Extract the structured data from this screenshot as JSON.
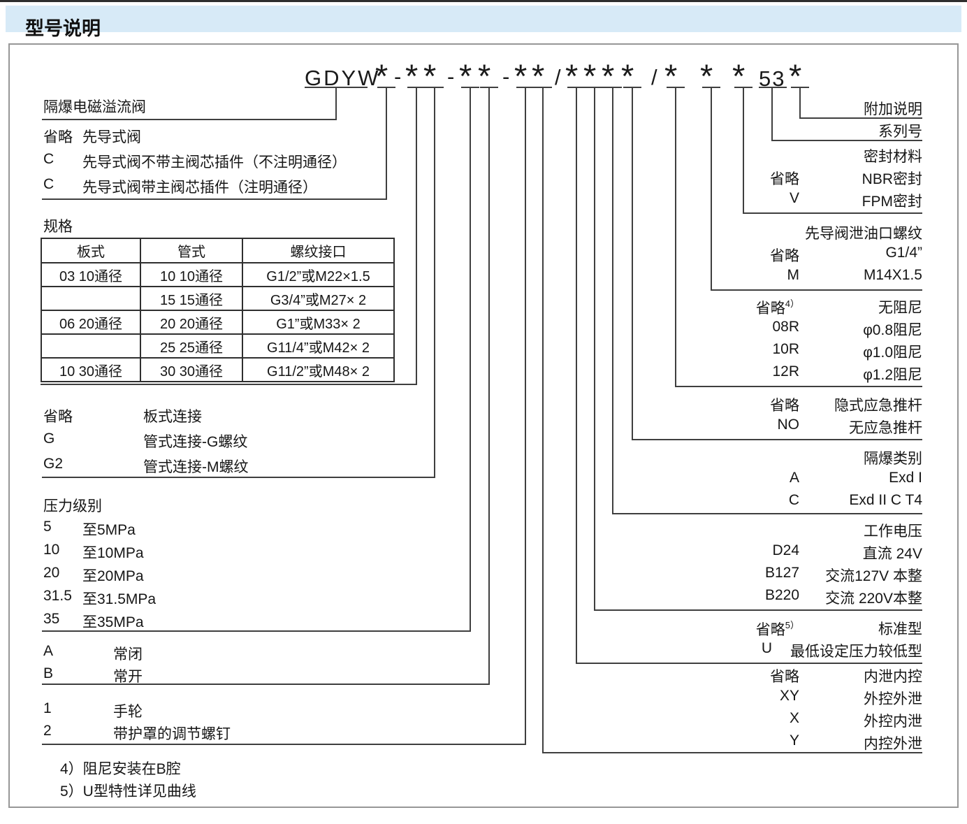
{
  "header": {
    "title": "型号说明"
  },
  "code_line": {
    "prefix": "GDYW",
    "star": "*",
    "dash": "-",
    "slash": "/",
    "series_number": "53"
  },
  "left": {
    "valve_name": "隔爆电磁溢流阀",
    "pilot": {
      "rows": [
        {
          "code": "省略",
          "desc": "先导式阀"
        },
        {
          "code": "C",
          "desc": "先导式阀不带主阀芯插件（不注明通径）"
        },
        {
          "code": "C",
          "desc": "先导式阀带主阀芯插件（注明通径）"
        }
      ]
    },
    "spec": {
      "label": "规格",
      "table": {
        "headers": [
          "板式",
          "管式",
          "螺纹接口"
        ],
        "rows": [
          [
            "03 10通径",
            "10 10通径",
            "G1/2”或M22×1.5"
          ],
          [
            "",
            "15 15通径",
            "G3/4”或M27× 2"
          ],
          [
            "06 20通径",
            "20 20通径",
            "G1”或M33× 2"
          ],
          [
            "",
            "25 25通径",
            "G11/4”或M42× 2"
          ],
          [
            "10 30通径",
            "30 30通径",
            "G11/2”或M48× 2"
          ]
        ]
      }
    },
    "connection": {
      "rows": [
        {
          "code": "省略",
          "desc": "板式连接"
        },
        {
          "code": "G",
          "desc": "管式连接-G螺纹"
        },
        {
          "code": "G2",
          "desc": "管式连接-M螺纹"
        }
      ]
    },
    "pressure": {
      "title": "压力级别",
      "rows": [
        {
          "code": "5",
          "desc": "至5MPa"
        },
        {
          "code": "10",
          "desc": "至10MPa"
        },
        {
          "code": "20",
          "desc": "至20MPa"
        },
        {
          "code": "31.5",
          "desc": "至31.5MPa"
        },
        {
          "code": "35",
          "desc": "至35MPa"
        }
      ]
    },
    "switch": {
      "rows": [
        {
          "code": "A",
          "desc": "常闭"
        },
        {
          "code": "B",
          "desc": "常开"
        }
      ]
    },
    "adjust": {
      "rows": [
        {
          "code": "1",
          "desc": "手轮"
        },
        {
          "code": "2",
          "desc": "带护罩的调节螺钉"
        }
      ]
    },
    "footnotes": [
      "4）阻尼安装在B腔",
      "5）U型特性详见曲线"
    ]
  },
  "right": {
    "additional": "附加说明",
    "series": "系列号",
    "seal": {
      "title": "密封材料",
      "rows": [
        {
          "code": "省略",
          "desc": "NBR密封"
        },
        {
          "code": "V",
          "desc": "FPM密封"
        }
      ]
    },
    "drain": {
      "title": "先导阀泄油口螺纹",
      "rows": [
        {
          "code": "省略",
          "desc": "G1/4”"
        },
        {
          "code": "M",
          "desc": "M14X1.5"
        }
      ]
    },
    "damping": {
      "rows": [
        {
          "code": "省略",
          "sup": "4）",
          "desc": "无阻尼"
        },
        {
          "code": "08R",
          "desc": "φ0.8阻尼"
        },
        {
          "code": "10R",
          "desc": "φ1.0阻尼"
        },
        {
          "code": "12R",
          "desc": "φ1.2阻尼"
        }
      ]
    },
    "pushrod": {
      "rows": [
        {
          "code": "省略",
          "desc": "隐式应急推杆"
        },
        {
          "code": "NO",
          "desc": "无应急推杆"
        }
      ]
    },
    "explosion": {
      "title": "隔爆类别",
      "rows": [
        {
          "code": "A",
          "desc": "Exd I"
        },
        {
          "code": "C",
          "desc": "Exd II C T4"
        }
      ]
    },
    "voltage": {
      "title": "工作电压",
      "rows": [
        {
          "code": "D24",
          "desc": "直流 24V"
        },
        {
          "code": "B127",
          "desc": "交流127V 本整"
        },
        {
          "code": "B220",
          "desc": "交流 220V本整"
        }
      ]
    },
    "utype": {
      "rows": [
        {
          "code": "省略",
          "sup": "5）",
          "desc": "标准型"
        },
        {
          "code": "U",
          "desc": "最低设定压力较低型"
        }
      ]
    },
    "control": {
      "rows": [
        {
          "code": "省略",
          "desc": "内泄内控"
        },
        {
          "code": "XY",
          "desc": "外控外泄"
        },
        {
          "code": "X",
          "desc": "外控内泄"
        },
        {
          "code": "Y",
          "desc": "内控外泄"
        }
      ]
    }
  }
}
